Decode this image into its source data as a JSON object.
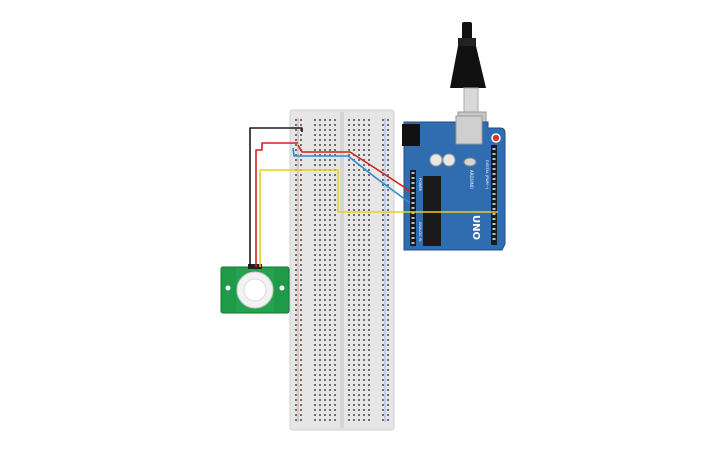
{
  "colors": {
    "background": "#ffffff",
    "breadboard": "#e6e6e6",
    "arduino_board": "#2f6db0",
    "pir_board": "#1e9a48",
    "wire_black": "#1a1a1a",
    "wire_red": "#d42020",
    "wire_blue": "#2d8ad6",
    "wire_yellow": "#e8d020",
    "usb_cable": "#111111",
    "usb_connector": "#c7c7c7"
  },
  "components": {
    "breadboard": {
      "icon": "breadboard-icon"
    },
    "arduino": {
      "brand": "UNO",
      "brand_name": "ARDUINO",
      "label_analog": "ANALOG IN",
      "label_digital": "DIGITAL (PWM~)",
      "label_power": "POWER",
      "icon": "arduino-uno-icon"
    },
    "pir_sensor": {
      "icon": "pir-sensor-icon"
    },
    "usb_cable": {
      "icon": "usb-cable-icon"
    }
  },
  "wires": [
    {
      "name": "black",
      "color": "#1a1a1a"
    },
    {
      "name": "red",
      "color": "#d42020"
    },
    {
      "name": "blue",
      "color": "#2d8ad6"
    },
    {
      "name": "yellow",
      "color": "#e8d020"
    }
  ]
}
